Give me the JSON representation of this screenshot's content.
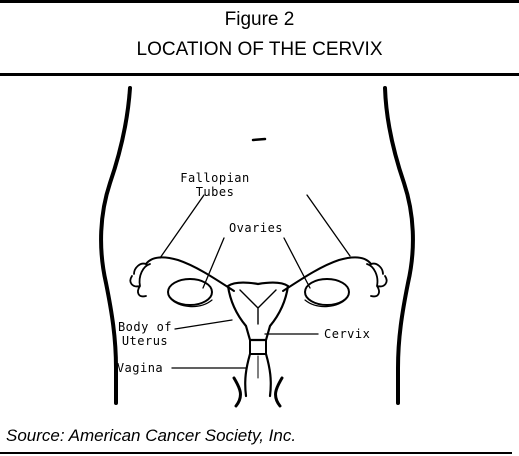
{
  "header": {
    "figure_number": "Figure 2",
    "title": "LOCATION OF THE CERVIX"
  },
  "diagram": {
    "labels": {
      "fallopian_line1": "Fallopian",
      "fallopian_line2": "Tubes",
      "ovaries": "Ovaries",
      "body_line1": "Body of",
      "body_line2": "Uterus",
      "cervix": "Cervix",
      "vagina": "Vagina"
    }
  },
  "footer": {
    "source": "Source: American Cancer Society, Inc."
  }
}
